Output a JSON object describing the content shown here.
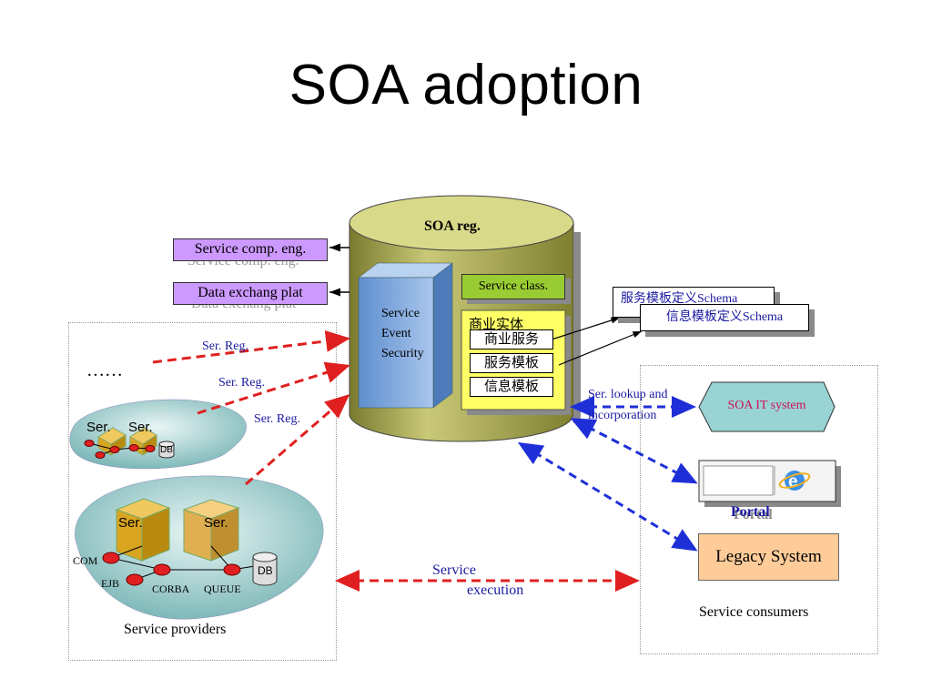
{
  "slide": {
    "title": "SOA adoption"
  },
  "registry": {
    "label": "SOA reg.",
    "block_lines": [
      "Service",
      "Event",
      "Security"
    ],
    "service_class": "Service class.",
    "entity_label": "商业实体",
    "entity_items": [
      "商业服务",
      "服务模板",
      "信息模板"
    ]
  },
  "left_boxes": {
    "comp_eng": "Service comp. eng.",
    "data_exch": "Data exchang plat"
  },
  "schemas": {
    "schema1": "服务模板定义Schema",
    "schema2": "信息模板定义Schema"
  },
  "providers": {
    "dots": "……",
    "ser_reg_labels": [
      "Ser. Reg.",
      "Ser. Reg.",
      "Ser. Reg."
    ],
    "ser_label": "Ser.",
    "db_label": "DB",
    "com": "COM",
    "ejb": "EJB",
    "corba": "CORBA",
    "queue": "QUEUE",
    "caption": "Service providers"
  },
  "lookup": {
    "line1": "Ser. lookup and",
    "line2": "incorporation"
  },
  "execution": {
    "line1": "Service",
    "line2": "execution"
  },
  "consumers": {
    "soa_it": "SOA IT system",
    "portal": "Portal",
    "legacy": "Legacy System",
    "caption": "Service consumers"
  },
  "colors": {
    "cylinder": "#b8b85a",
    "block": "#6f9fd8",
    "green": "#99cc33",
    "yellow": "#ffff66",
    "purple": "#cc99ff",
    "teal": "#99d3d3",
    "orange": "#ffcc99",
    "red_dash": "#e02020",
    "blue_dash": "#1f2fd8",
    "cube": "#d9a520"
  },
  "icons": [
    "internet-explorer-icon",
    "database-icon",
    "cube-icon"
  ]
}
